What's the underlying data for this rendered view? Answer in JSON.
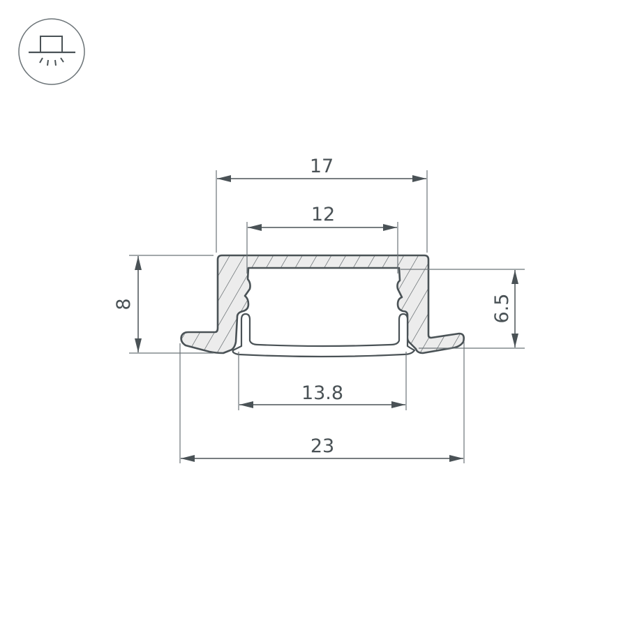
{
  "icon": {
    "name": "recessed-ceiling-light-icon",
    "description": "ceiling mounted profile with light rays"
  },
  "colors": {
    "line": "#4a5256",
    "fill": "#ececec",
    "thin_line": "#6b7377",
    "background": "#ffffff"
  },
  "dimensions": {
    "outer_top_width": "17",
    "inner_top_width": "12",
    "total_height": "8",
    "inner_height": "6.5",
    "diffuser_width": "13.8",
    "flange_width": "23"
  }
}
